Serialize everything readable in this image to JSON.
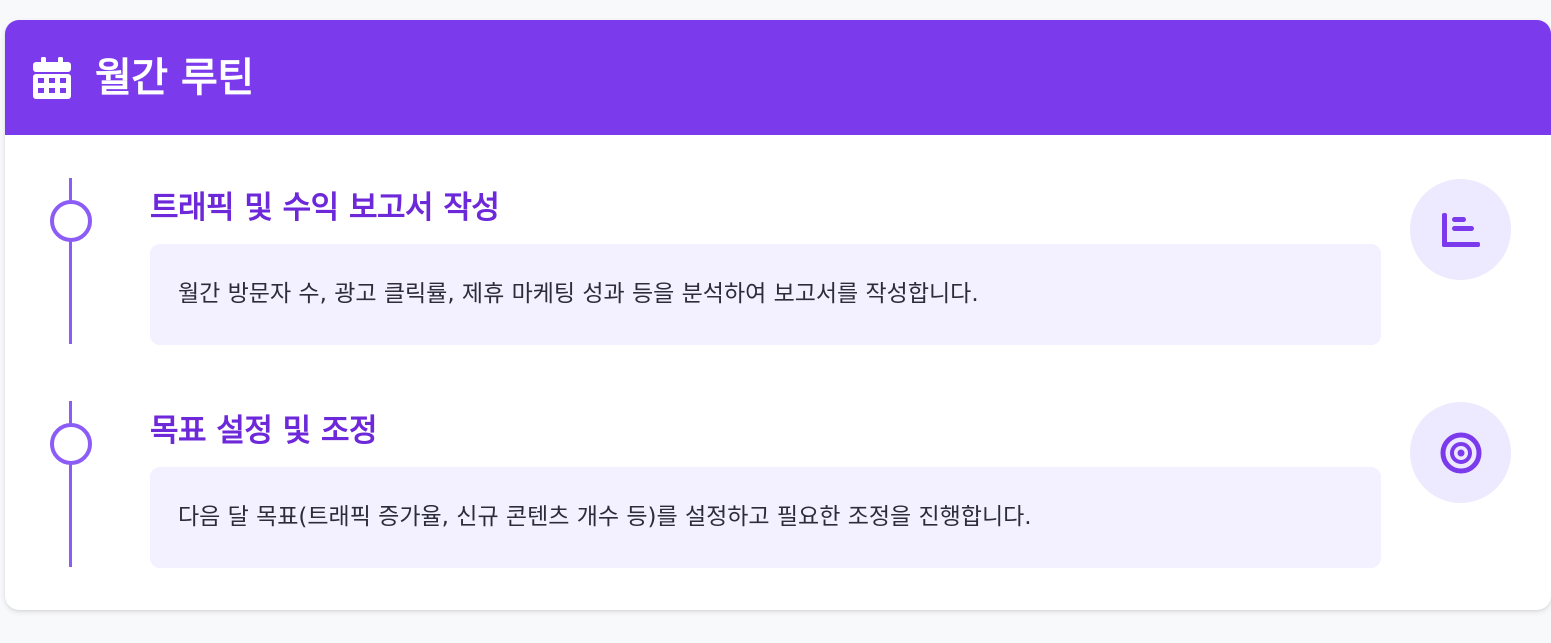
{
  "header": {
    "title": "월간 루틴",
    "icon": "calendar-icon",
    "background_color": "#7c3aed"
  },
  "items": [
    {
      "title": "트래픽 및 수익 보고서 작성",
      "description": "월간 방문자 수, 광고 클릭률, 제휴 마케팅 성과 등을 분석하여 보고서를 작성합니다.",
      "icon": "chart-icon"
    },
    {
      "title": "목표 설정 및 조정",
      "description": "다음 달 목표(트래픽 증가율, 신규 콘텐츠 개수 등)를 설정하고 필요한 조정을 진행합니다.",
      "icon": "target-icon"
    }
  ],
  "colors": {
    "accent": "#7c3aed",
    "title_text": "#6d28d9",
    "timeline": "#8b5cf6",
    "description_bg": "#f3f0ff",
    "icon_bg": "#ede9fe"
  }
}
